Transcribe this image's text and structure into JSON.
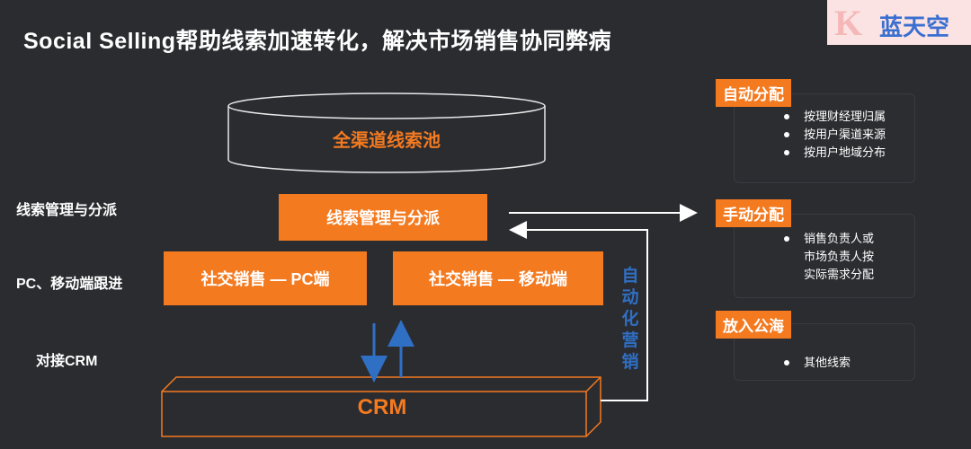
{
  "title": "Social Selling帮助线索加速转化，解决市场销售协同弊病",
  "logo": {
    "letter": "K",
    "text": "蓝天空"
  },
  "side_labels": {
    "lead_management": "线索管理与分派",
    "pc_mobile": "PC、移动端跟进",
    "crm_connect": "对接CRM"
  },
  "pool": "全渠道线索池",
  "lead_box": "线索管理与分派",
  "social_pc": "社交销售 — PC端",
  "social_mobile": "社交销售 — 移动端",
  "crm": "CRM",
  "auto_marketing": "自动化营销",
  "panels": {
    "auto": {
      "tag": "自动分配",
      "items": [
        "按理财经理归属",
        "按用户渠道来源",
        "按用户地域分布"
      ]
    },
    "manual": {
      "tag": "手动分配",
      "lines": [
        "销售负责人或",
        "市场负责人按",
        "实际需求分配"
      ]
    },
    "public": {
      "tag": "放入公海",
      "items": [
        "其他线索"
      ]
    }
  },
  "colors": {
    "accent": "#f47a20",
    "blue": "#2f6fc4",
    "background": "#2b2c30"
  }
}
